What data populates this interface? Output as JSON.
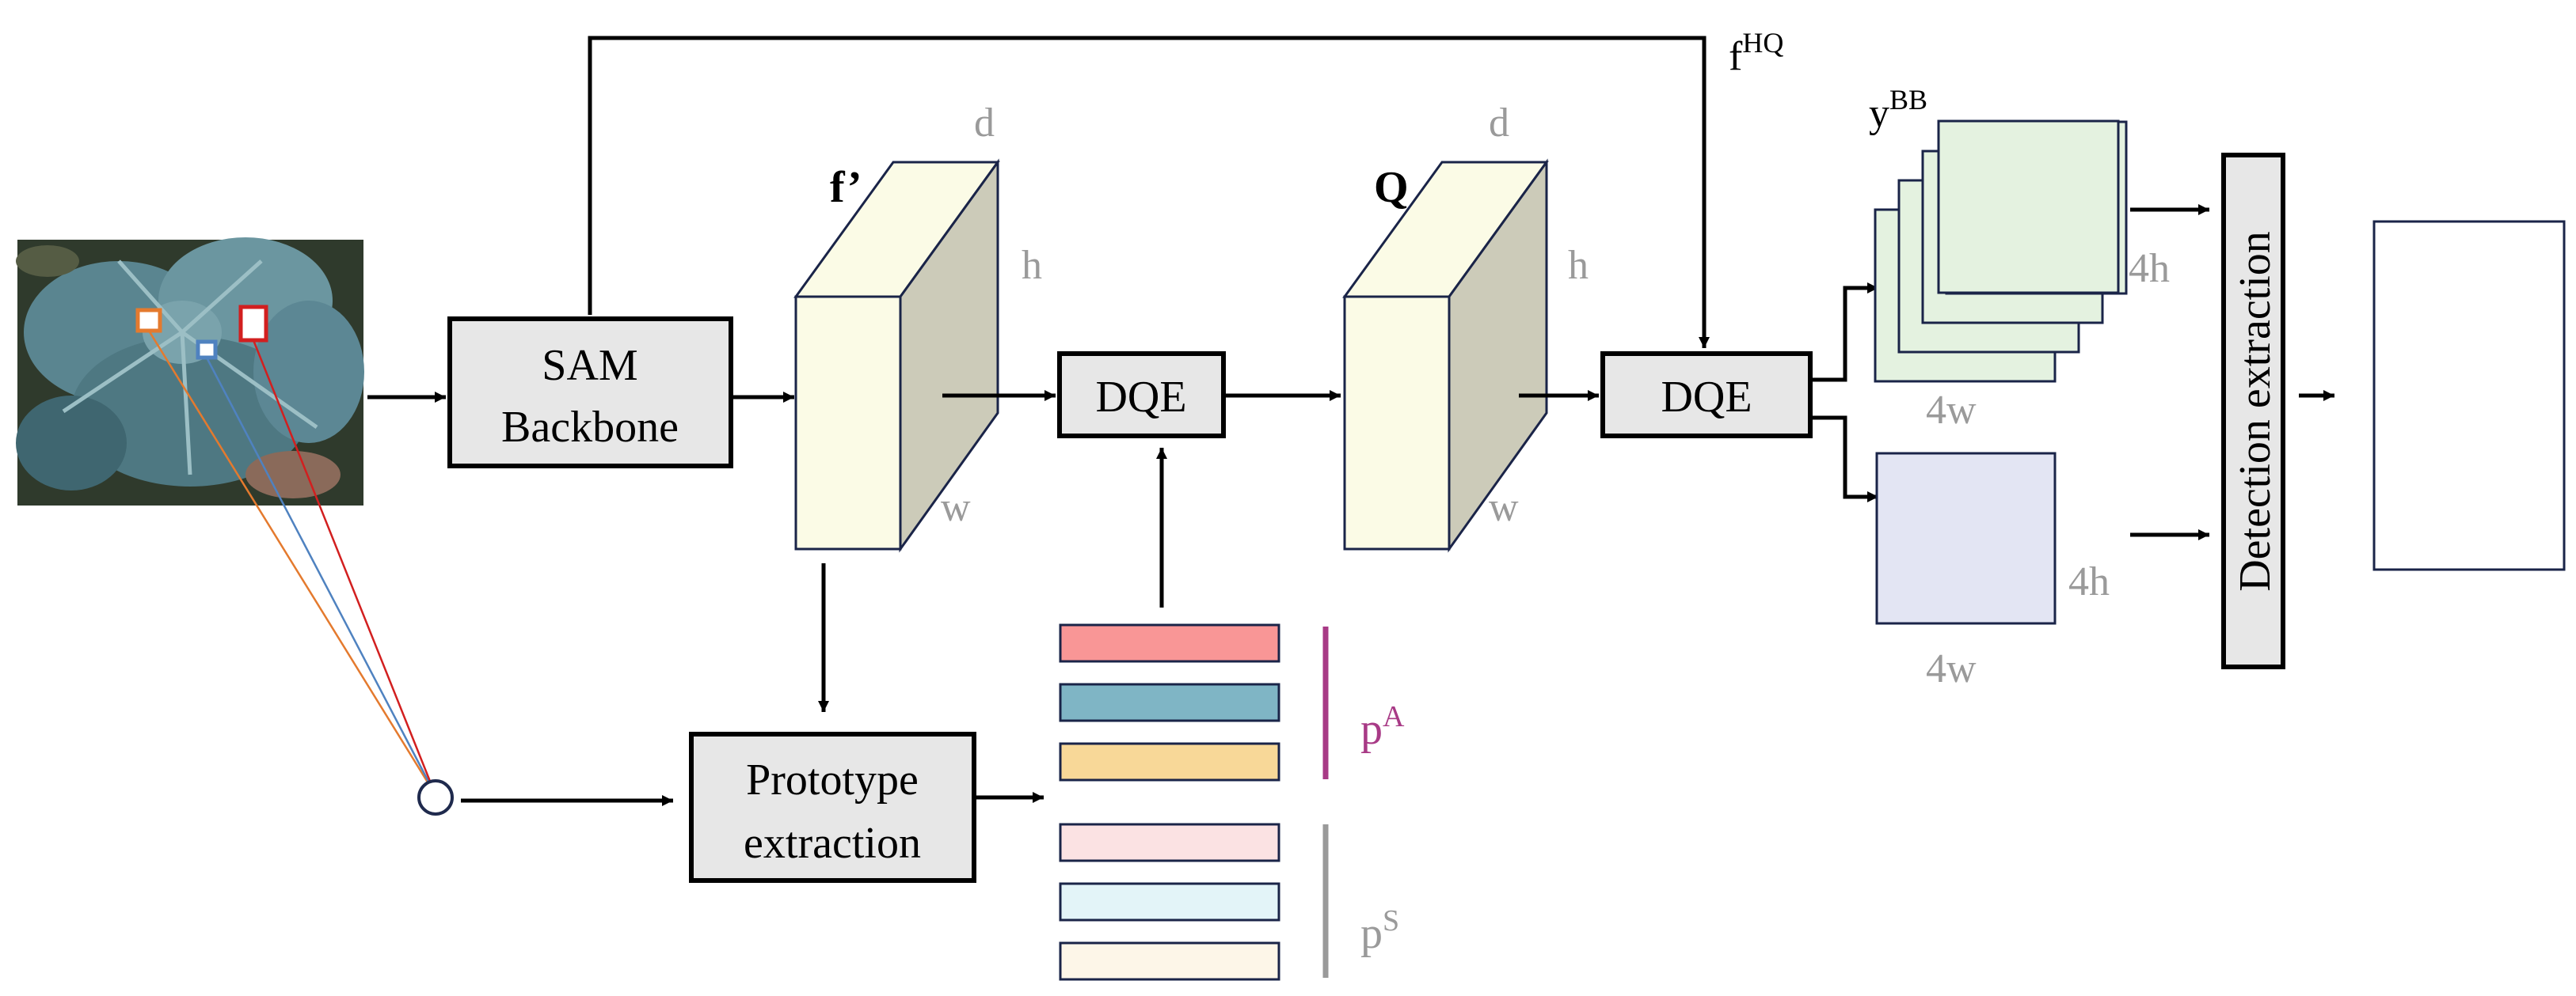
{
  "blocks": {
    "sam_backbone": [
      "SAM",
      "Backbone"
    ],
    "dqe_1": "DQE",
    "dqe_2": "DQE",
    "prototype_extraction": [
      "Prototype",
      "extraction"
    ],
    "detection_extraction": "Detection extraction"
  },
  "tensors": {
    "f_prime": {
      "name": "f’",
      "d": "d",
      "h": "h",
      "w": "w"
    },
    "Q": {
      "name": "Q",
      "d": "d",
      "h": "h",
      "w": "w"
    }
  },
  "labels": {
    "f_hq_base": "f",
    "f_hq_sup": "HQ",
    "y_bb_base": "y",
    "y_bb_sup": "BB",
    "stack_h": "4h",
    "stack_w": "4w",
    "single_h": "4h",
    "single_w": "4w",
    "p_a_base": "p",
    "p_a_sup": "A",
    "p_s_base": "p",
    "p_s_sup": "S"
  },
  "colors": {
    "proto_a": [
      "#f99696",
      "#7fb5c5",
      "#f8d898"
    ],
    "proto_s": [
      "#fbe2e3",
      "#e3f4f8",
      "#fdf6e8"
    ],
    "stack_fill": "#e4f2e0",
    "single_fill": "#e3e5f3",
    "tensor_front": "#fbfbe6",
    "tensor_side": "#cccbb9",
    "accent_purple": "#a83a86",
    "label_gray": "#9a9a9a"
  }
}
